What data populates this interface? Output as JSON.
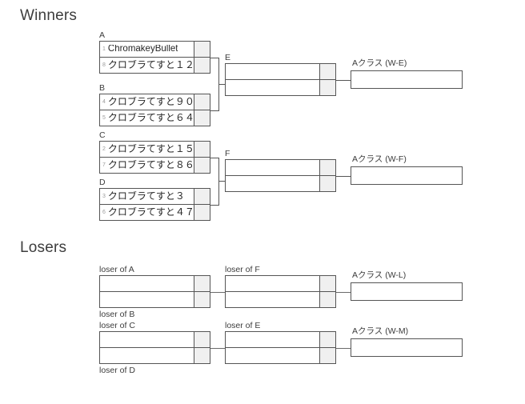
{
  "sections": {
    "winners": {
      "title": "Winners"
    },
    "losers": {
      "title": "Losers"
    }
  },
  "winners": {
    "round1": [
      {
        "label": "A",
        "slots": [
          {
            "seed": "1",
            "name": "ChromakeyBullet",
            "script": "latin",
            "score": ""
          },
          {
            "seed": "8",
            "name": "クロブラてすと１２",
            "script": "jp",
            "score": ""
          }
        ]
      },
      {
        "label": "B",
        "slots": [
          {
            "seed": "4",
            "name": "クロブラてすと９０",
            "script": "jp",
            "score": ""
          },
          {
            "seed": "5",
            "name": "クロブラてすと６４",
            "script": "jp",
            "score": ""
          }
        ]
      },
      {
        "label": "C",
        "slots": [
          {
            "seed": "2",
            "name": "クロブラてすと１５",
            "script": "jp",
            "score": ""
          },
          {
            "seed": "7",
            "name": "クロブラてすと８６",
            "script": "jp",
            "score": ""
          }
        ]
      },
      {
        "label": "D",
        "slots": [
          {
            "seed": "3",
            "name": "クロブラてすと３",
            "script": "jp",
            "score": ""
          },
          {
            "seed": "6",
            "name": "クロブラてすと４７",
            "script": "jp",
            "score": ""
          }
        ]
      }
    ],
    "round2": [
      {
        "label": "E",
        "slots": [
          {
            "seed": "",
            "name": "",
            "script": "jp",
            "score": ""
          },
          {
            "seed": "",
            "name": "",
            "script": "jp",
            "score": ""
          }
        ]
      },
      {
        "label": "F",
        "slots": [
          {
            "seed": "",
            "name": "",
            "script": "jp",
            "score": ""
          },
          {
            "seed": "",
            "name": "",
            "script": "jp",
            "score": ""
          }
        ]
      }
    ],
    "finals": [
      {
        "label": "Aクラス (W-E)",
        "value": ""
      },
      {
        "label": "Aクラス (W-F)",
        "value": ""
      }
    ]
  },
  "losers": {
    "round1": [
      {
        "label_top": "loser of A",
        "label_bottom": "loser of B",
        "slots": [
          {
            "seed": "",
            "name": "",
            "script": "jp",
            "score": ""
          },
          {
            "seed": "",
            "name": "",
            "script": "jp",
            "score": ""
          }
        ]
      },
      {
        "label_top": "loser of C",
        "label_bottom": "loser of D",
        "slots": [
          {
            "seed": "",
            "name": "",
            "script": "jp",
            "score": ""
          },
          {
            "seed": "",
            "name": "",
            "script": "jp",
            "score": ""
          }
        ]
      }
    ],
    "round2": [
      {
        "label_top": "loser of F",
        "label_bottom": "",
        "slots": [
          {
            "seed": "",
            "name": "",
            "script": "jp",
            "score": ""
          },
          {
            "seed": "",
            "name": "",
            "script": "jp",
            "score": ""
          }
        ]
      },
      {
        "label_top": "loser of E",
        "label_bottom": "",
        "slots": [
          {
            "seed": "",
            "name": "",
            "script": "jp",
            "score": ""
          },
          {
            "seed": "",
            "name": "",
            "script": "jp",
            "score": ""
          }
        ]
      }
    ],
    "finals": [
      {
        "label": "Aクラス (W-L)",
        "value": ""
      },
      {
        "label": "Aクラス (W-M)",
        "value": ""
      }
    ]
  },
  "colors": {
    "border": "#555555",
    "score_cell": "#f0f0f0",
    "text": "#262626",
    "seed": "#9a9a9a",
    "label": "#3c3c3c",
    "heading": "#3d3d3d"
  }
}
